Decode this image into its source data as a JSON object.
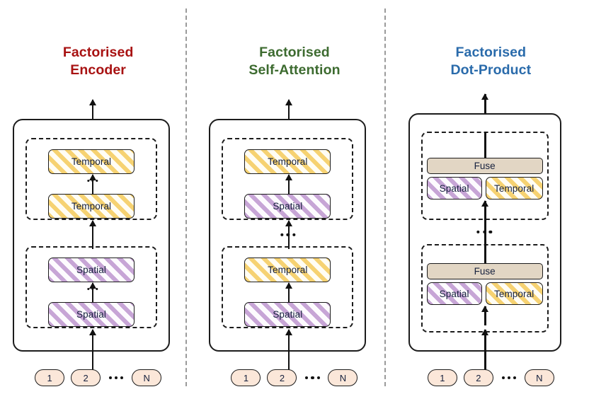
{
  "figure": {
    "kind": "model-architecture-diagram",
    "colors": {
      "title_encoder": "#a81212",
      "title_self_attention": "#3d6b30",
      "title_dot_product": "#2a6bab",
      "temporal_hatch": "#f6d272",
      "spatial_hatch": "#c7a5d6",
      "fuse_fill": "#e2d6c4",
      "token_fill": "#fbe7d9",
      "outline": "#1c1c1c",
      "divider": "#9a9a9a"
    }
  },
  "columns": [
    {
      "id": "factorised-encoder",
      "title": "Factorised\nEncoder",
      "groups": [
        {
          "id": "enc-upper",
          "blocks": [
            {
              "label": "Temporal",
              "style": "temporal"
            },
            {
              "label": "Temporal",
              "style": "temporal"
            }
          ],
          "inner_ellipsis": "..."
        },
        {
          "id": "enc-lower",
          "blocks": [
            {
              "label": "Spatial",
              "style": "spatial"
            },
            {
              "label": "Spatial",
              "style": "spatial"
            }
          ],
          "inner_ellipsis": "..."
        }
      ]
    },
    {
      "id": "factorised-self-attention",
      "title": "Factorised\nSelf-Attention",
      "groups": [
        {
          "id": "sa-upper",
          "blocks": [
            {
              "label": "Temporal",
              "style": "temporal"
            },
            {
              "label": "Spatial",
              "style": "spatial"
            }
          ]
        },
        {
          "id": "sa-lower",
          "blocks": [
            {
              "label": "Temporal",
              "style": "temporal"
            },
            {
              "label": "Spatial",
              "style": "spatial"
            }
          ]
        }
      ],
      "between_groups_ellipsis": "..."
    },
    {
      "id": "factorised-dot-product",
      "title": "Factorised\nDot-Product",
      "groups": [
        {
          "id": "dp-upper",
          "fuse_label": "Fuse",
          "blocks": [
            {
              "label": "Spatial",
              "style": "spatial"
            },
            {
              "label": "Temporal",
              "style": "temporal"
            }
          ]
        },
        {
          "id": "dp-lower",
          "fuse_label": "Fuse",
          "blocks": [
            {
              "label": "Spatial",
              "style": "spatial"
            },
            {
              "label": "Temporal",
              "style": "temporal"
            }
          ]
        }
      ],
      "between_groups_ellipsis": "..."
    }
  ],
  "tokens": {
    "items": [
      "1",
      "2",
      "N"
    ],
    "ellipsis": "..."
  }
}
